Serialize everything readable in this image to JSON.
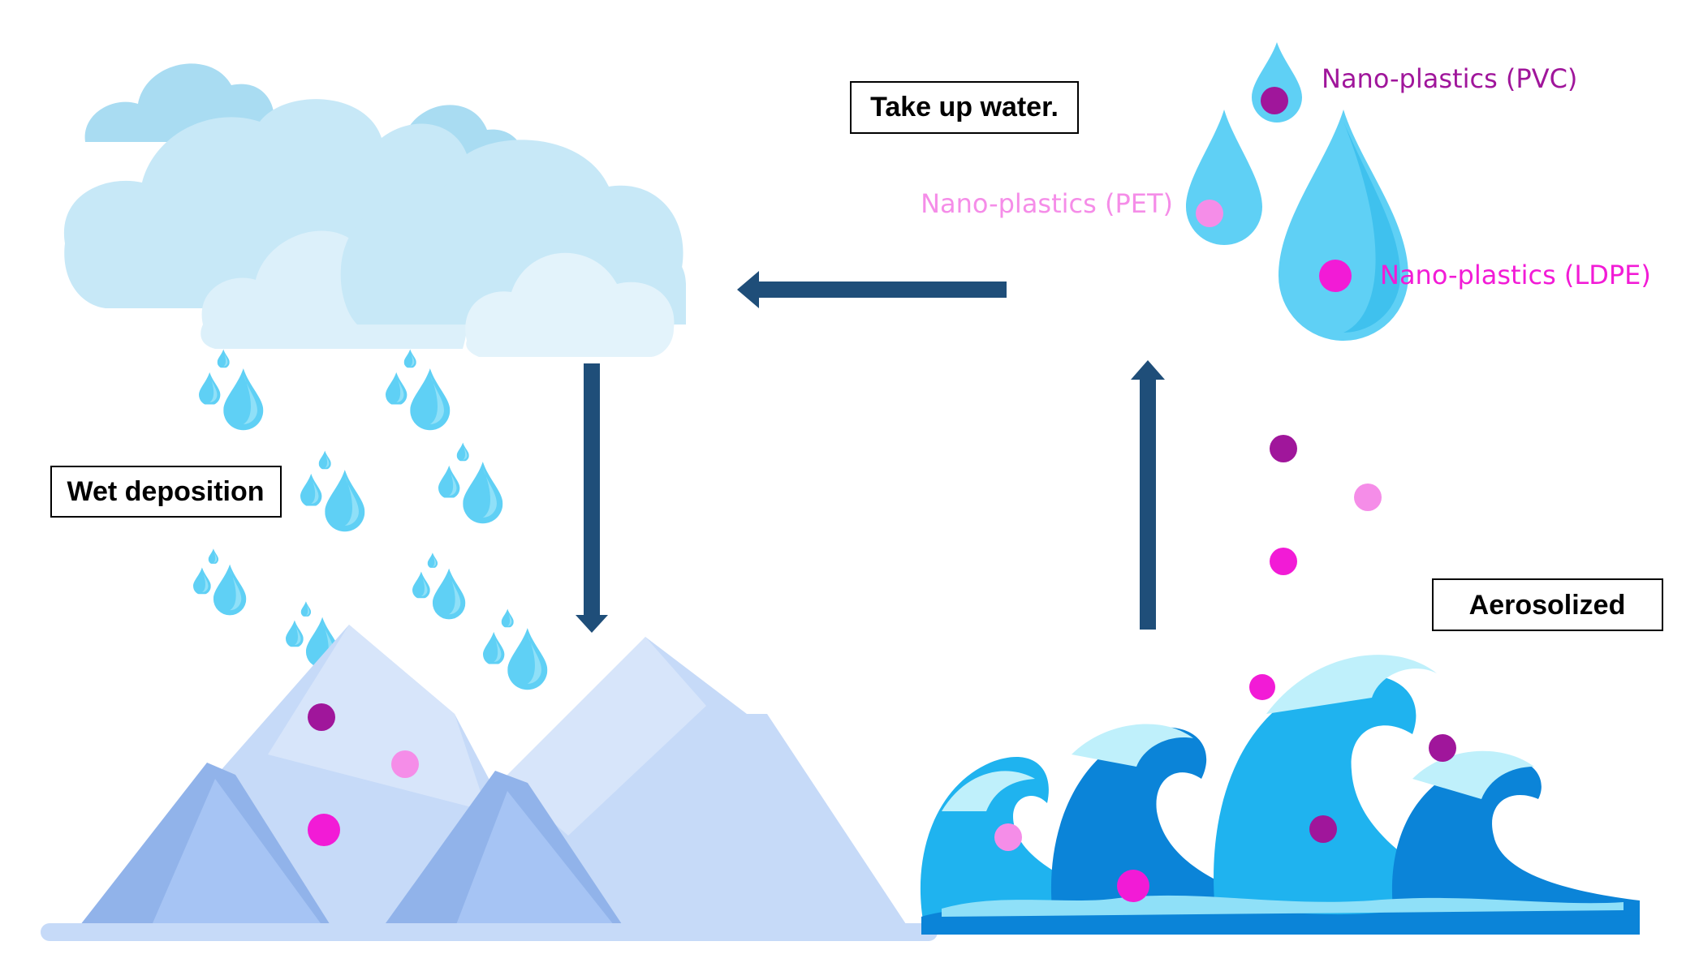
{
  "labels": {
    "take_up_water": "Take up water.",
    "wet_deposition": "Wet deposition",
    "aerosolized": "Aerosolized"
  },
  "particles": {
    "pvc": {
      "label": "Nano-plastics (PVC)",
      "color": "#a0169b"
    },
    "pet": {
      "label": "Nano-plastics (PET)",
      "color": "#f58de8"
    },
    "ldpe": {
      "label": "Nano-plastics (LDPE)",
      "color": "#f21bd6"
    }
  },
  "colors": {
    "arrow": "#1f4e79",
    "cloud_light": "#c7e8f7",
    "cloud_mid": "#a9dcf2",
    "raindrop": "#5fd0f5",
    "mountain_light": "#c6daf8",
    "mountain_dark": "#91b3ea",
    "wave_dark": "#0b84d8",
    "wave_mid": "#1fb3ef",
    "wave_light": "#bff0fb"
  },
  "icons": [
    "cloud-icon",
    "raindrop-icon",
    "mountain-icon",
    "wave-icon"
  ]
}
